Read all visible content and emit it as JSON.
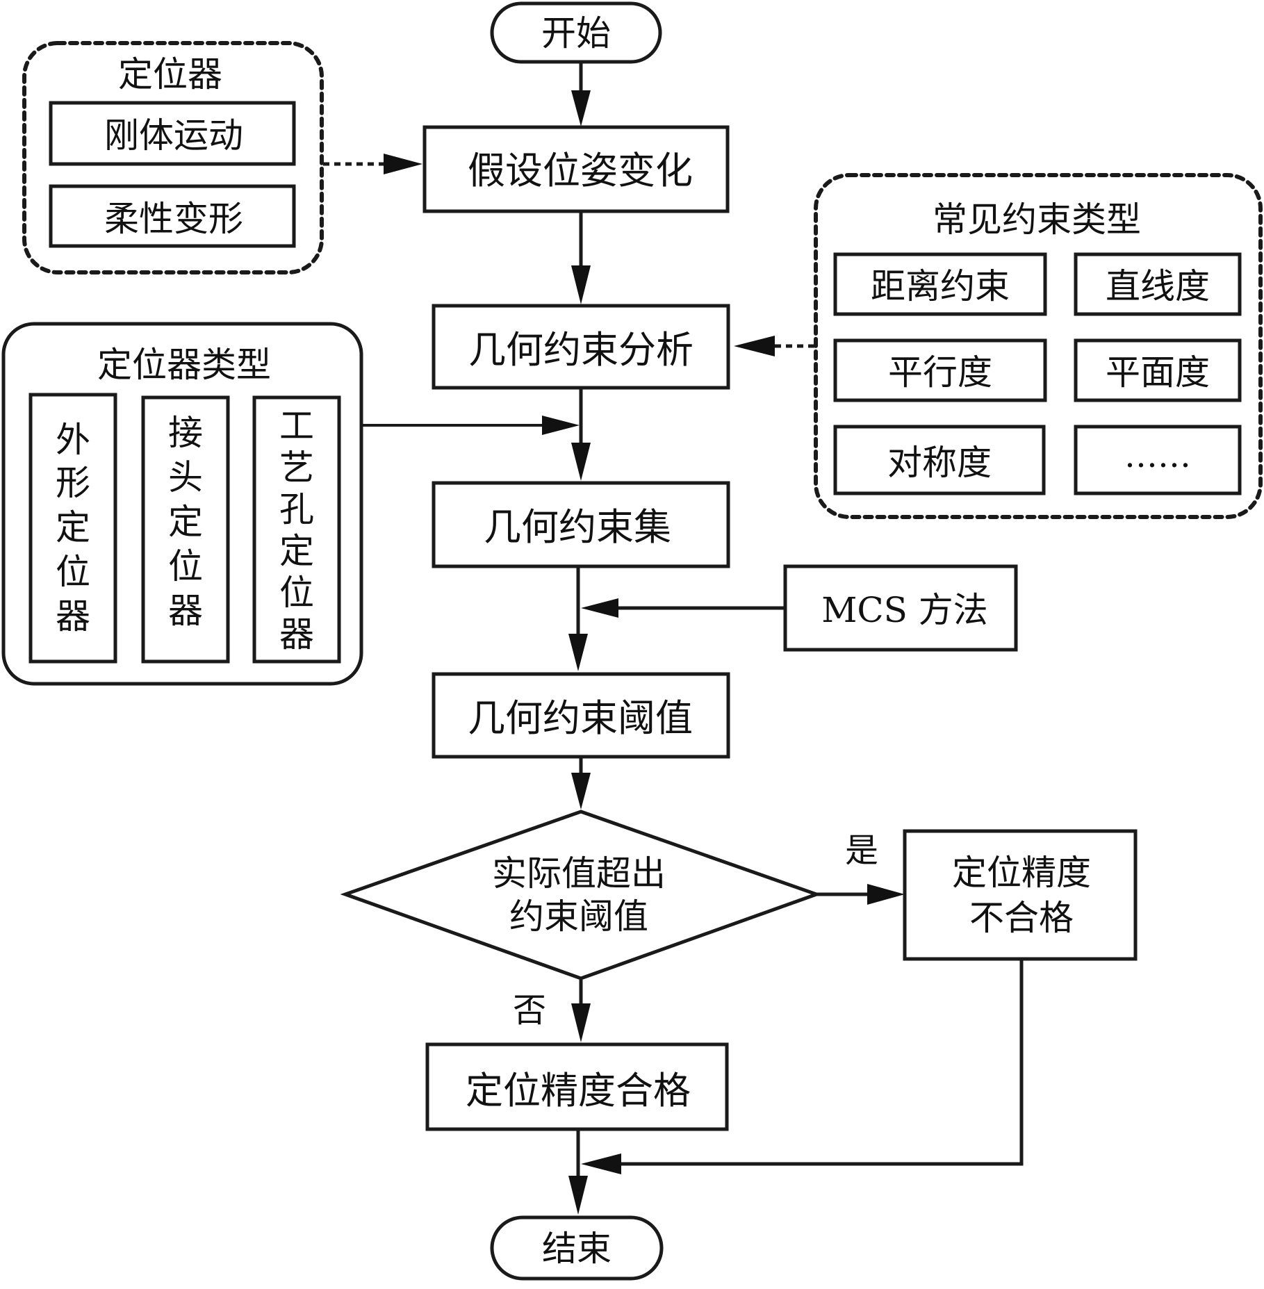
{
  "flow": {
    "start": "开始",
    "pose_change": "假设位姿变化",
    "constraint_analysis": "几何约束分析",
    "constraint_set": "几何约束集",
    "constraint_threshold": "几何约束阈值",
    "decision_line1": "实际值超出",
    "decision_line2": "约束阈值",
    "yes_label": "是",
    "no_label": "否",
    "fail_line1": "定位精度",
    "fail_line2": "不合格",
    "pass": "定位精度合格",
    "end": "结束"
  },
  "locator_group": {
    "title": "定位器",
    "items": [
      "刚体运动",
      "柔性变形"
    ]
  },
  "locator_types": {
    "title": "定位器类型",
    "items": [
      {
        "chars": [
          "外",
          "形",
          "定",
          "位",
          "器"
        ]
      },
      {
        "chars": [
          "接",
          "头",
          "定",
          "位",
          "器"
        ]
      },
      {
        "chars": [
          "工",
          "艺",
          "孔",
          "定",
          "位",
          "器"
        ]
      }
    ]
  },
  "constraint_types": {
    "title": "常见约束类型",
    "items": [
      "距离约束",
      "直线度",
      "平行度",
      "平面度",
      "对称度",
      "……"
    ]
  },
  "mcs": {
    "label": "MCS 方法"
  }
}
